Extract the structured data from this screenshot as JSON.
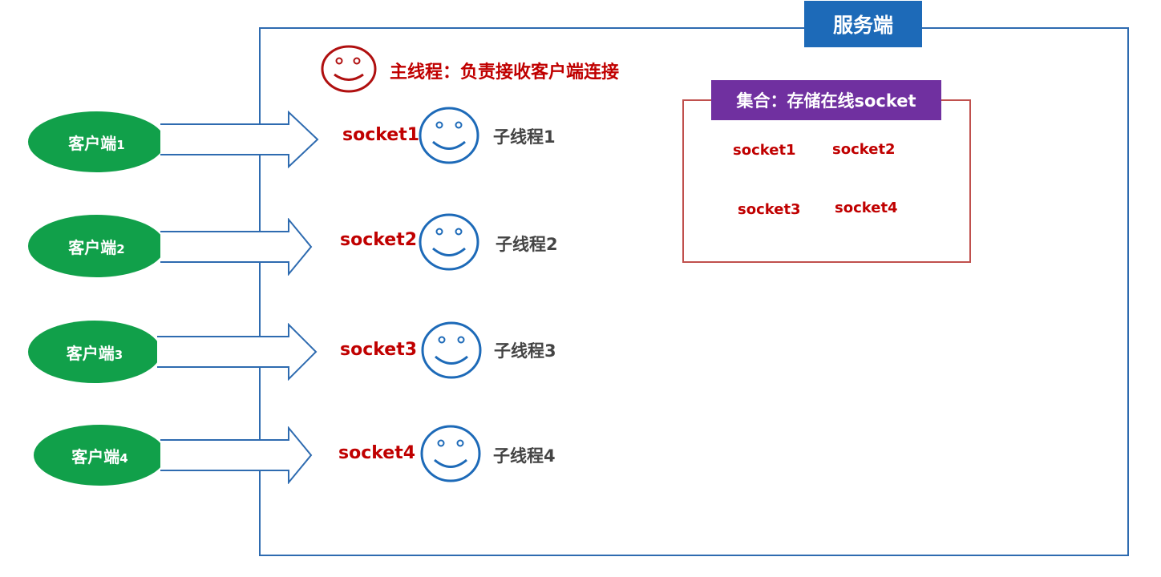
{
  "server": {
    "title": "服务端"
  },
  "main_thread": {
    "label": "主线程：负责接收客户端连接"
  },
  "clients": [
    {
      "label": "客户端",
      "num": "1",
      "socket": "socket1",
      "thread": "子线程1"
    },
    {
      "label": "客户端",
      "num": "2",
      "socket": "socket2",
      "thread": "子线程2"
    },
    {
      "label": "客户端",
      "num": "3",
      "socket": "socket3",
      "thread": "子线程3"
    },
    {
      "label": "客户端",
      "num": "4",
      "socket": "socket4",
      "thread": "子线程4"
    }
  ],
  "collection": {
    "title": "集合：存储在线socket",
    "sockets": [
      "socket1",
      "socket2",
      "socket3",
      "socket4"
    ]
  },
  "colors": {
    "server_border": "#2e6bb0",
    "server_title_bg": "#1d6ab8",
    "client_green": "#11a04a",
    "socket_red": "#c00000",
    "collection_border": "#c0504d",
    "collection_title_bg": "#7030a0",
    "worker_smiley": "#1d6ab8",
    "main_smiley": "#b01010"
  },
  "icons": {
    "main_thread": "smiley-face-icon",
    "worker_thread": "smiley-face-icon",
    "connection": "right-arrow-icon"
  }
}
